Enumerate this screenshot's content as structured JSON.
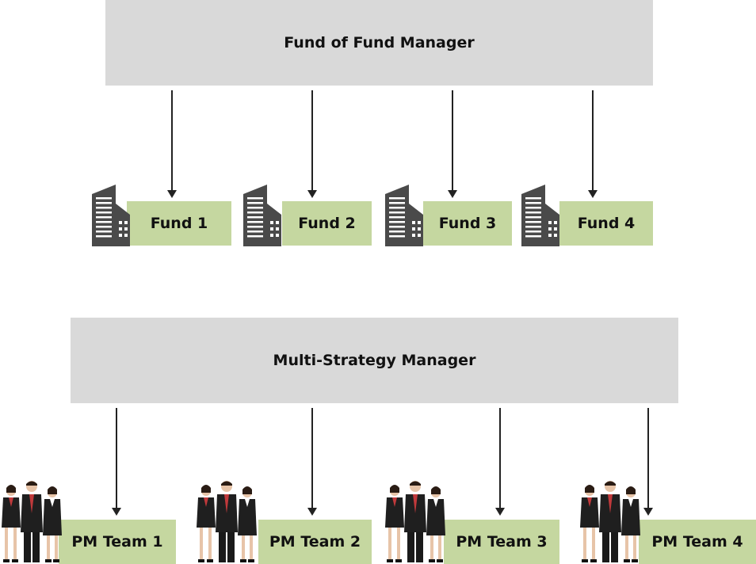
{
  "colors": {
    "manager_bg": "#d9d9d9",
    "label_bg": "#c5d7a0",
    "building": "#4a4a4a",
    "suit": "#1f1f1f",
    "tie": "#c0393b"
  },
  "fof_section": {
    "manager_label": "Fund of Fund Manager",
    "funds": [
      {
        "label": "Fund 1",
        "icon": "building-icon"
      },
      {
        "label": "Fund 2",
        "icon": "building-icon"
      },
      {
        "label": "Fund 3",
        "icon": "building-icon"
      },
      {
        "label": "Fund 4",
        "icon": "building-icon"
      }
    ]
  },
  "ms_section": {
    "manager_label": "Multi-Strategy Manager",
    "teams": [
      {
        "label": "PM Team 1",
        "icon": "people-icon"
      },
      {
        "label": "PM Team 2",
        "icon": "people-icon"
      },
      {
        "label": "PM Team 3",
        "icon": "people-icon"
      },
      {
        "label": "PM Team 4",
        "icon": "people-icon"
      }
    ]
  }
}
